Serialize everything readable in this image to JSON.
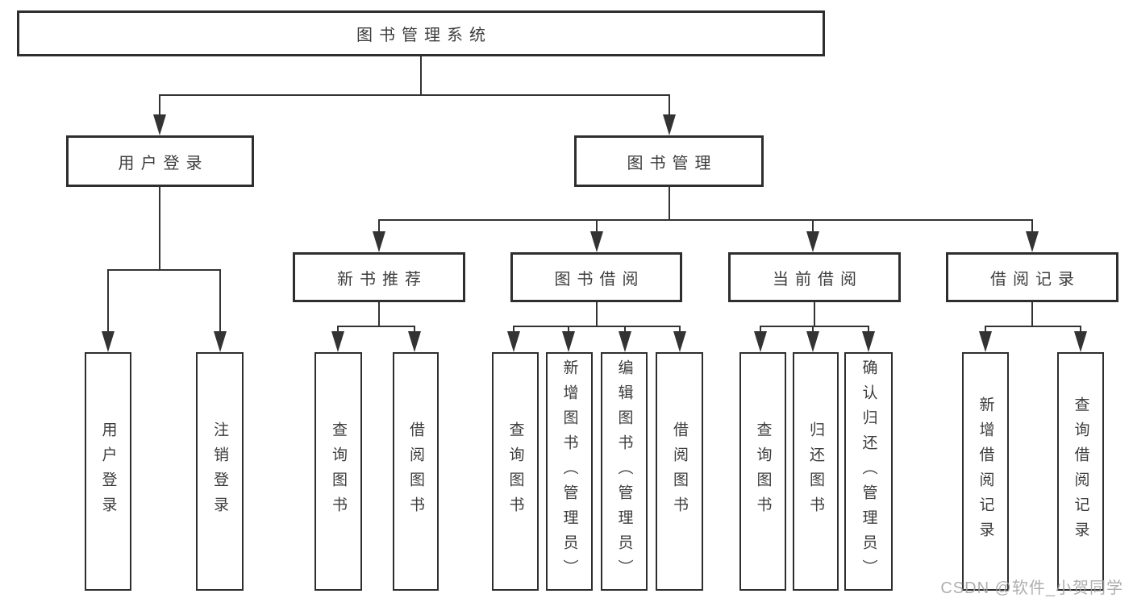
{
  "diagram": {
    "title_node": {
      "label": "图书管理系统"
    },
    "level2": [
      {
        "label": "用户登录"
      },
      {
        "label": "图书管理"
      }
    ],
    "level3": [
      {
        "label": "新书推荐"
      },
      {
        "label": "图书借阅"
      },
      {
        "label": "当前借阅"
      },
      {
        "label": "借阅记录"
      }
    ],
    "leaves": [
      {
        "label": "用户登录"
      },
      {
        "label": "注销登录"
      },
      {
        "label": "查询图书"
      },
      {
        "label": "借阅图书"
      },
      {
        "label": "查询图书"
      },
      {
        "label": "新增图书（管理员）"
      },
      {
        "label": "编辑图书（管理员）"
      },
      {
        "label": "借阅图书"
      },
      {
        "label": "查询图书"
      },
      {
        "label": "归还图书"
      },
      {
        "label": "确认归还（管理员）"
      },
      {
        "label": "新增借阅记录"
      },
      {
        "label": "查询借阅记录"
      }
    ],
    "colors": {
      "line": "#333333",
      "box_border": "#2e2e2e",
      "text": "#3d3d3d",
      "watermark": "#a0a0a0"
    }
  },
  "watermark": {
    "text": "CSDN @软件_小贺同学"
  }
}
